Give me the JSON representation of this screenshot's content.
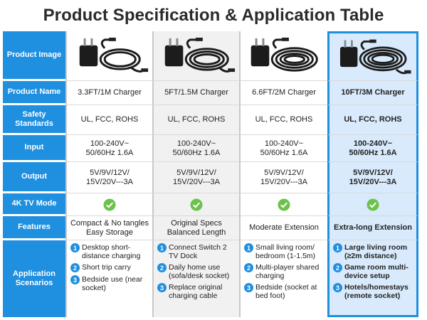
{
  "title": "Product Specification & Application Table",
  "row_headers": {
    "image": "Product Image",
    "name": "Product Name",
    "safety": "Safety Standards",
    "input": "Input",
    "output": "Output",
    "tv": "4K TV Mode",
    "features": "Features",
    "scenarios": "Application Scenarios"
  },
  "colors": {
    "header_blue": "#1f8fe0",
    "highlight_bg": "#d8eafb",
    "check_green": "#6cc24a"
  },
  "products": [
    {
      "name": "3.3FT/1M Charger",
      "safety": "UL, FCC, ROHS",
      "input_1": "100-240V~",
      "input_2": "50/60Hz 1.6A",
      "output_1": "5V/9V/12V/",
      "output_2": "15V/20V---3A",
      "features_1": "Compact & No tangles",
      "features_2": "Easy Storage",
      "scenarios": [
        {
          "num": "1",
          "text": "Desktop short-distance charging"
        },
        {
          "num": "2",
          "text": "Short trip carry"
        },
        {
          "num": "3",
          "text": "Bedside use (near socket)"
        }
      ]
    },
    {
      "name": "5FT/1.5M Charger",
      "safety": "UL, FCC, ROHS",
      "input_1": "100-240V~",
      "input_2": "50/60Hz 1.6A",
      "output_1": "5V/9V/12V/",
      "output_2": "15V/20V---3A",
      "features_1": "Original Specs",
      "features_2": "Balanced Length",
      "scenarios": [
        {
          "num": "1",
          "text": "Connect Switch 2 TV Dock"
        },
        {
          "num": "2",
          "text": "Daily home use (sofa/desk socket)"
        },
        {
          "num": "3",
          "text": "Replace original charging cable"
        }
      ]
    },
    {
      "name": "6.6FT/2M Charger",
      "safety": "UL, FCC, ROHS",
      "input_1": "100-240V~",
      "input_2": "50/60Hz 1.6A",
      "output_1": "5V/9V/12V/",
      "output_2": "15V/20V---3A",
      "features_1": "Moderate Extension",
      "features_2": "",
      "scenarios": [
        {
          "num": "1",
          "text": "Small living room/ bedroom (1-1.5m)"
        },
        {
          "num": "2",
          "text": "Multi-player shared charging"
        },
        {
          "num": "3",
          "text": "Bedside (socket at bed foot)"
        }
      ]
    },
    {
      "name": "10FT/3M Charger",
      "safety": "UL, FCC, ROHS",
      "input_1": "100-240V~",
      "input_2": "50/60Hz 1.6A",
      "output_1": "5V/9V/12V/",
      "output_2": "15V/20V---3A",
      "features_1": "Extra-long Extension",
      "features_2": "",
      "scenarios": [
        {
          "num": "1",
          "text": "Large living room (≥2m distance)"
        },
        {
          "num": "2",
          "text": "Game room multi-device setup"
        },
        {
          "num": "3",
          "text": "Hotels/homestays (remote socket)"
        }
      ]
    }
  ]
}
